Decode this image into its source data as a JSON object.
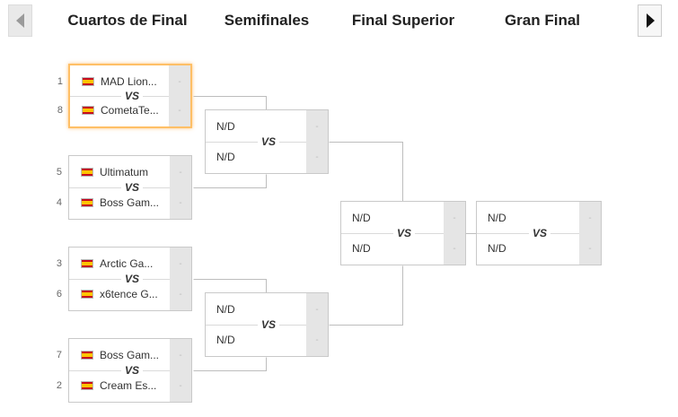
{
  "rounds": [
    {
      "title": "Cuartos de Final"
    },
    {
      "title": "Semifinales"
    },
    {
      "title": "Final Superior"
    },
    {
      "title": "Gran Final"
    }
  ],
  "vs_label": "VS",
  "quarterfinals": [
    {
      "team1": {
        "seed": "1",
        "name": "MAD Lion...",
        "score": "-"
      },
      "team2": {
        "seed": "8",
        "name": "CometaTe...",
        "score": "-"
      }
    },
    {
      "team1": {
        "seed": "5",
        "name": "Ultimatum",
        "score": "-"
      },
      "team2": {
        "seed": "4",
        "name": "Boss Gam...",
        "score": "-"
      }
    },
    {
      "team1": {
        "seed": "3",
        "name": "Arctic Ga...",
        "score": "-"
      },
      "team2": {
        "seed": "6",
        "name": "x6tence G...",
        "score": "-"
      }
    },
    {
      "team1": {
        "seed": "7",
        "name": "Boss Gam...",
        "score": "-"
      },
      "team2": {
        "seed": "2",
        "name": "Cream Es...",
        "score": "-"
      }
    }
  ],
  "semifinals": [
    {
      "team1": {
        "name": "N/D",
        "score": "-"
      },
      "team2": {
        "name": "N/D",
        "score": "-"
      }
    },
    {
      "team1": {
        "name": "N/D",
        "score": "-"
      },
      "team2": {
        "name": "N/D",
        "score": "-"
      }
    }
  ],
  "upper_final": {
    "team1": {
      "name": "N/D",
      "score": "-"
    },
    "team2": {
      "name": "N/D",
      "score": "-"
    }
  },
  "grand_final": {
    "team1": {
      "name": "N/D",
      "score": "-"
    },
    "team2": {
      "name": "N/D",
      "score": "-"
    }
  },
  "colors": {
    "highlight_border": "#ffbf66",
    "score_bg": "#e5e5e5",
    "flag_red": "#c60b1e",
    "flag_yellow": "#ffc400"
  },
  "icons": {
    "prev": "caret-left-icon",
    "next": "caret-right-icon",
    "flag": "spain-flag-icon"
  }
}
